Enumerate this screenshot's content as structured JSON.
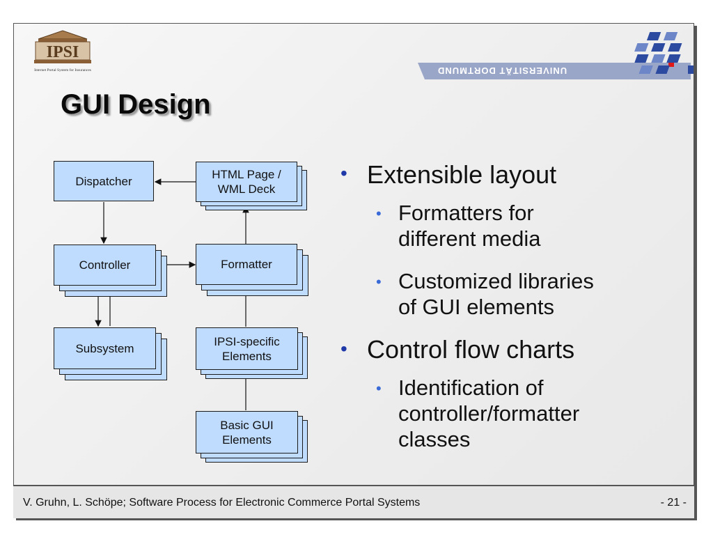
{
  "header": {
    "logo_text": "IPSI",
    "logo_subtitle": "Internet Portal System for Insurances",
    "university_banner": "UNIVERSITÄT DORTMUND"
  },
  "title": "GUI Design",
  "diagram": {
    "dispatcher": "Dispatcher",
    "controller": "Controller",
    "subsystem": "Subsystem",
    "html_page_line1": "HTML Page /",
    "html_page_line2": "WML Deck",
    "formatter": "Formatter",
    "ipsi_line1": "IPSI-specific",
    "ipsi_line2": "Elements",
    "basic_line1": "Basic GUI",
    "basic_line2": "Elements"
  },
  "bullets": [
    {
      "text": "Extensible layout",
      "sub": [
        {
          "line1": "Formatters for",
          "line2": "different media"
        },
        {
          "line1": "Customized libraries",
          "line2": "of GUI elements"
        }
      ]
    },
    {
      "text": "Control flow charts",
      "sub": [
        {
          "line1": "Identification of",
          "line2": "controller/formatter",
          "line3": "classes"
        }
      ]
    }
  ],
  "footer": {
    "left": "V. Gruhn, L. Schöpe; Software Process for Electronic Commerce Portal Systems",
    "right": "- 21 -"
  },
  "colors": {
    "box_fill": "#bfdcff",
    "bullet_main": "#1f3aa8",
    "bullet_sub": "#3a6ad8"
  }
}
